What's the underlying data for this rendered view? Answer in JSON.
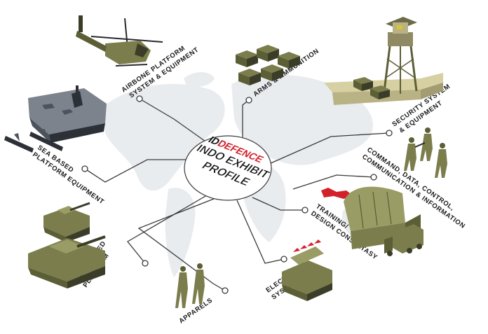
{
  "center": {
    "line1_prefix": "ID",
    "line1_highlight": "DEFENCE",
    "line2": "INDO EXHIBIT",
    "line3": "PROFILE"
  },
  "categories": {
    "airborne": {
      "line1": "AIRBONE PLATFORM",
      "line2": "SYSTEM & EQUIPMENT"
    },
    "arms": {
      "line1": "ARMS & AMMUNITION"
    },
    "security": {
      "line1": "SECURITY SYSTEM",
      "line2": "& EQUIPMENT"
    },
    "sea": {
      "line1": "SEA BASED",
      "line2": "PLATFORM EQUIPMENT"
    },
    "command": {
      "line1": "COMMAND, DATA, CONTROL,",
      "line2": "COMMUNICATION & INFORMATION"
    },
    "training": {
      "line1": "TRAINING/",
      "line2": "DESIGN CONSULTASY"
    },
    "land": {
      "line1": "LAND BASED",
      "line2": "PLATFORM"
    },
    "apparels": {
      "line1": "APPARELS"
    },
    "electronic": {
      "line1": "ELECTRONIC",
      "line2": "SYSTEM"
    }
  },
  "colors": {
    "highlight": "#d4202a",
    "olive": "#7b7d4c",
    "wire": "#3a3a3a",
    "map": "#e9ecef"
  },
  "icons": [
    "helicopter-icon",
    "ammo-crates-icon",
    "watchtower-icon",
    "aircraft-carrier-icon",
    "missile-icon",
    "soldiers-icon",
    "hangar-icon",
    "tank-icon",
    "launcher-vehicle-icon",
    "truck-icon"
  ]
}
